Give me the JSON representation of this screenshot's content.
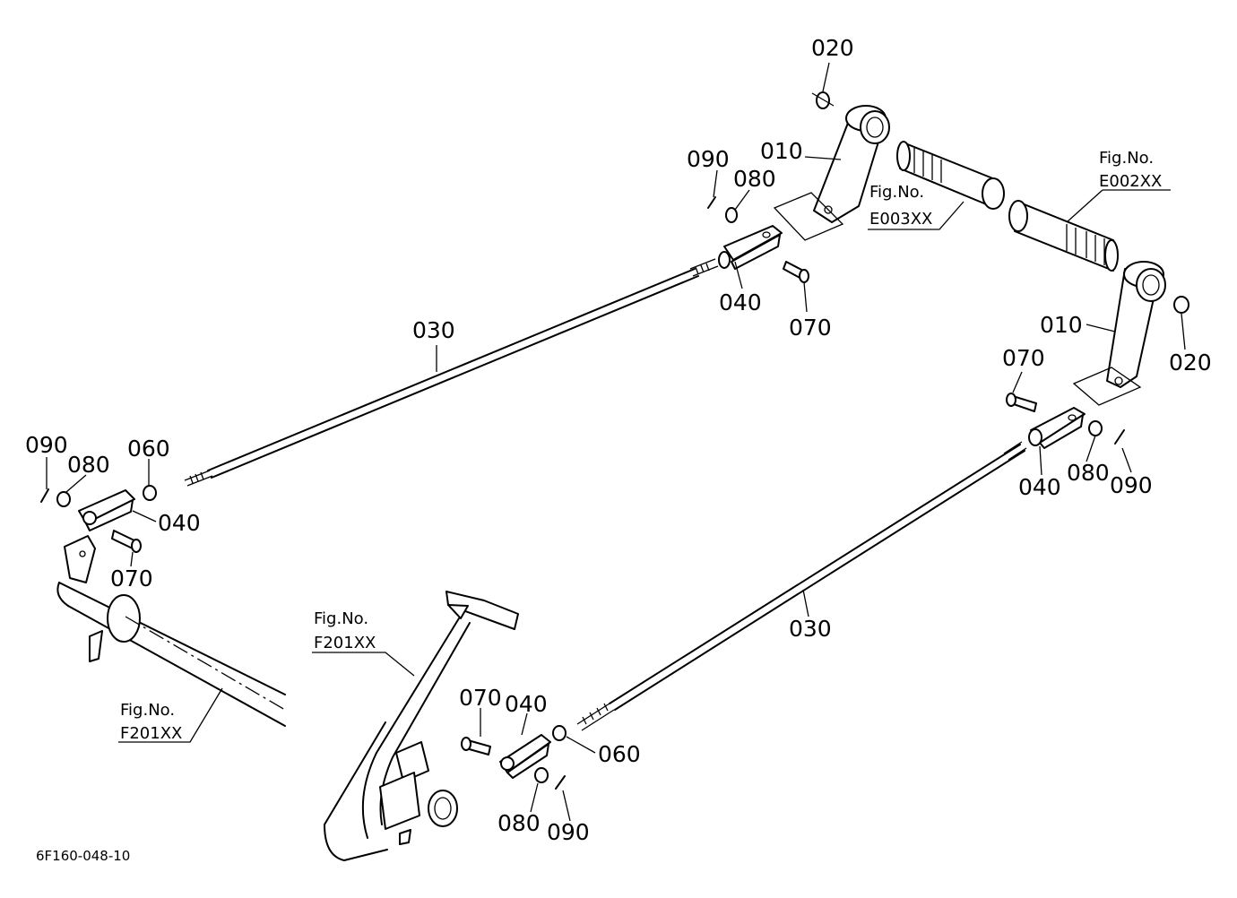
{
  "diagram_code": "6F160-048-10",
  "labels": {
    "part_010": "010",
    "part_020": "020",
    "part_030": "030",
    "part_040": "040",
    "part_060": "060",
    "part_070": "070",
    "part_080": "080",
    "part_090": "090"
  },
  "fig_refs": {
    "heading": "Fig.No.",
    "e003": "E003XX",
    "e002": "E002XX",
    "f201": "F201XX"
  }
}
